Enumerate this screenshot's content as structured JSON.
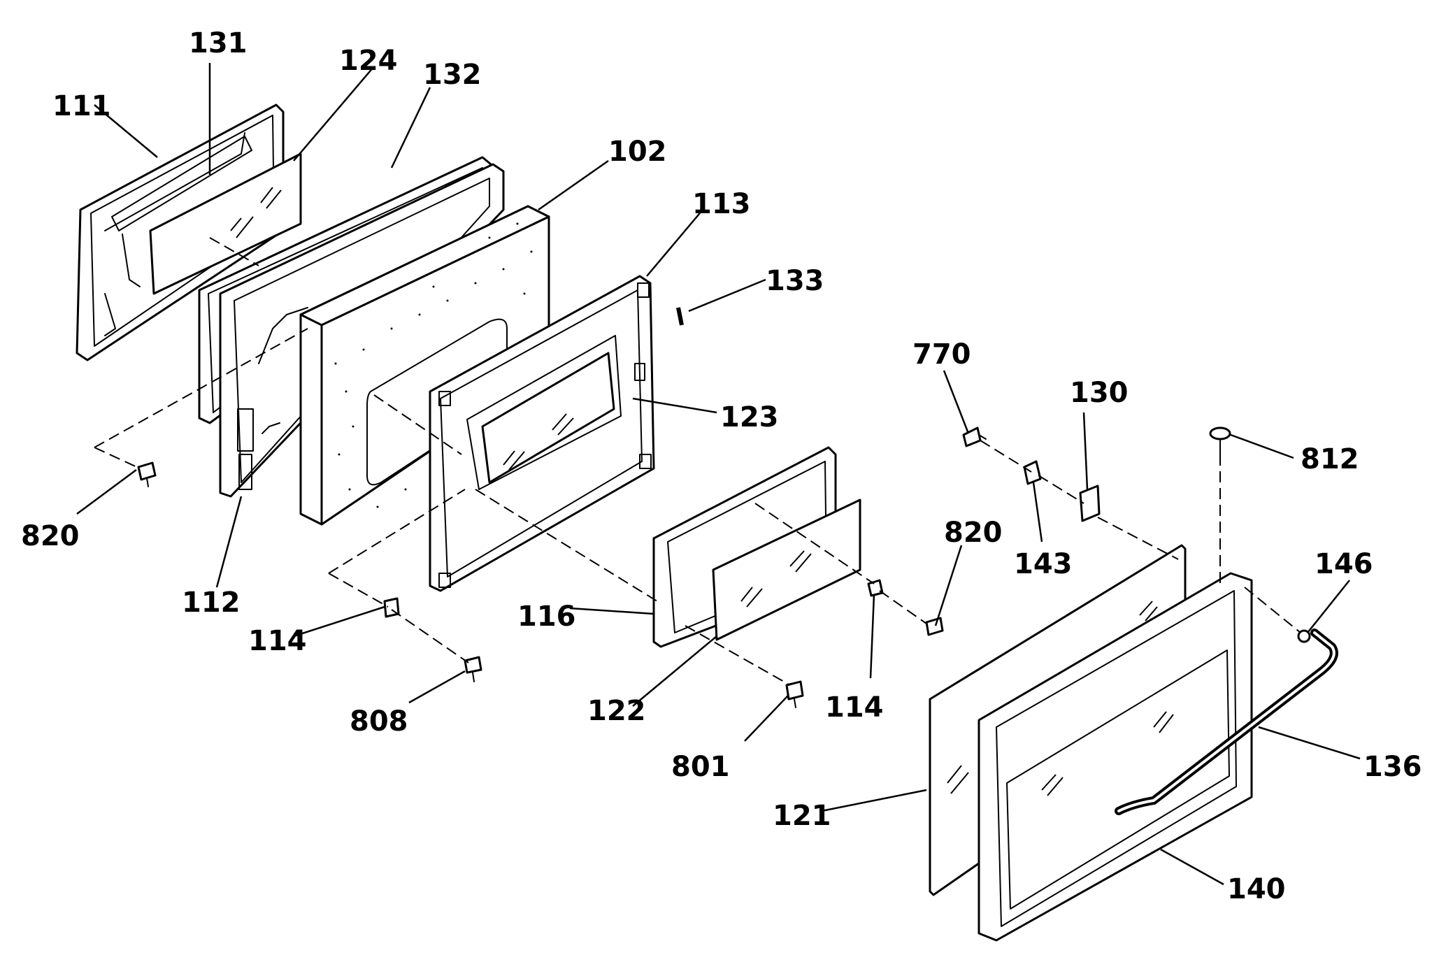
{
  "callouts": {
    "c111": "111",
    "c131": "131",
    "c124": "124",
    "c132": "132",
    "c102": "102",
    "c113": "113",
    "c133": "133",
    "c123": "123",
    "c820a": "820",
    "c112": "112",
    "c114a": "114",
    "c808": "808",
    "c116": "116",
    "c122": "122",
    "c801": "801",
    "c114b": "114",
    "c820b": "820",
    "c770": "770",
    "c143": "143",
    "c130": "130",
    "c812": "812",
    "c146": "146",
    "c136": "136",
    "c121": "121",
    "c140": "140"
  }
}
